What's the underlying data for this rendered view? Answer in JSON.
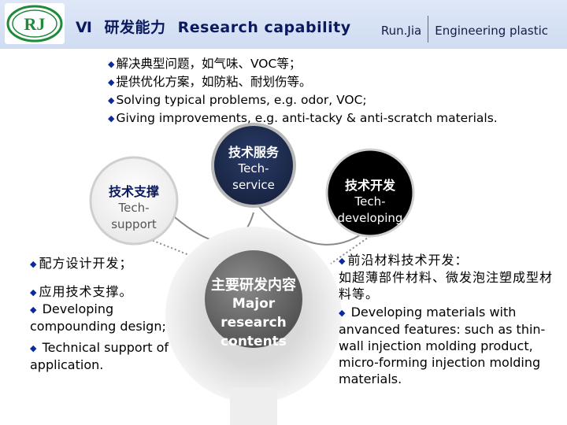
{
  "header": {
    "logo_icon": "runjia-logo-icon",
    "roman_numeral": "Ⅵ",
    "title_cn": "研发能力",
    "title_en": "Research capability",
    "brand": "Run.Jia",
    "brand_tagline": "Engineering plastic"
  },
  "bullets": [
    "解决典型问题，如气味、VOC等；",
    "提供优化方案，如防粘、耐划伤等。",
    "Solving typical problems, e.g. odor, VOC;",
    "Giving improvements, e.g. anti-tacky & anti-scratch materials."
  ],
  "nodes": {
    "service": {
      "cn": "技术服务",
      "en": "Tech-\nservice"
    },
    "support": {
      "cn": "技术支撑",
      "en": "Tech-\nsupport"
    },
    "developing": {
      "cn": "技术开发",
      "en": "Tech-\ndeveloping"
    },
    "center": {
      "cn": "主要研发内容",
      "en": "Major\nresearch\ncontents"
    }
  },
  "left_column": {
    "cn_items": [
      "配方设计开发；",
      "应用技术支撑。"
    ],
    "en_items": [
      "Developing compounding design;",
      "Technical support of application."
    ]
  },
  "right_column": {
    "cn_item": "前沿材料技术开发：",
    "cn_detail": "如超薄部件材料、微发泡注塑成型材料等。",
    "en_item": "Developing materials with",
    "en_detail": "anvanced features: such as thin-wall injection molding product, micro-forming injection molding materials."
  },
  "colors": {
    "accent_blue": "#0b2a9e",
    "header_bg": "#cfdcf2",
    "dark_circle": "#1f2e54",
    "center_circle": "#5a5a5a"
  }
}
